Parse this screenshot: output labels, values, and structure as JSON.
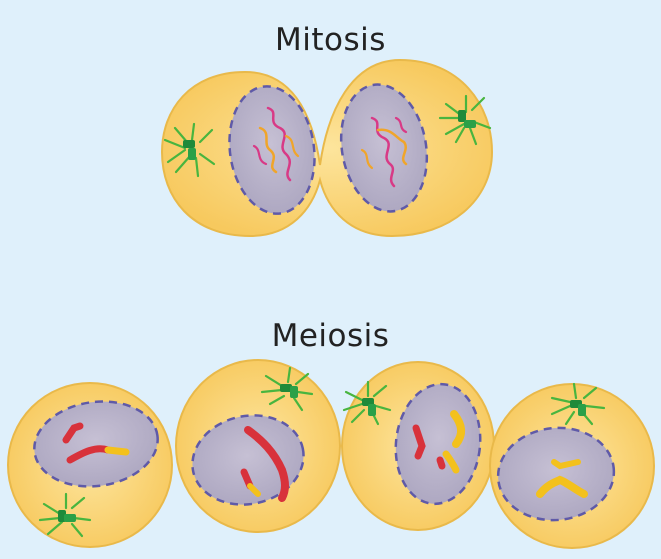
{
  "titles": {
    "mitosis": "Mitosis",
    "meiosis": "Meiosis"
  },
  "colors": {
    "background": "#dff0fb",
    "cytoplasm": "#fbd677",
    "cell_outline": "#e9b94a",
    "nucleus": "#b9b3c9",
    "nuclear_envelope": "#5f5aa8",
    "centrosome": "#1f8a3a",
    "spindle_rays": "#48b53f",
    "chromosome_red": "#d8323b",
    "chromosome_yellow": "#f3c11c",
    "chromatin_magenta": "#d83a86",
    "chromatin_orange": "#f0a52a"
  },
  "mitosis": {
    "cell_count": 2
  },
  "meiosis": {
    "cell_count": 4
  }
}
